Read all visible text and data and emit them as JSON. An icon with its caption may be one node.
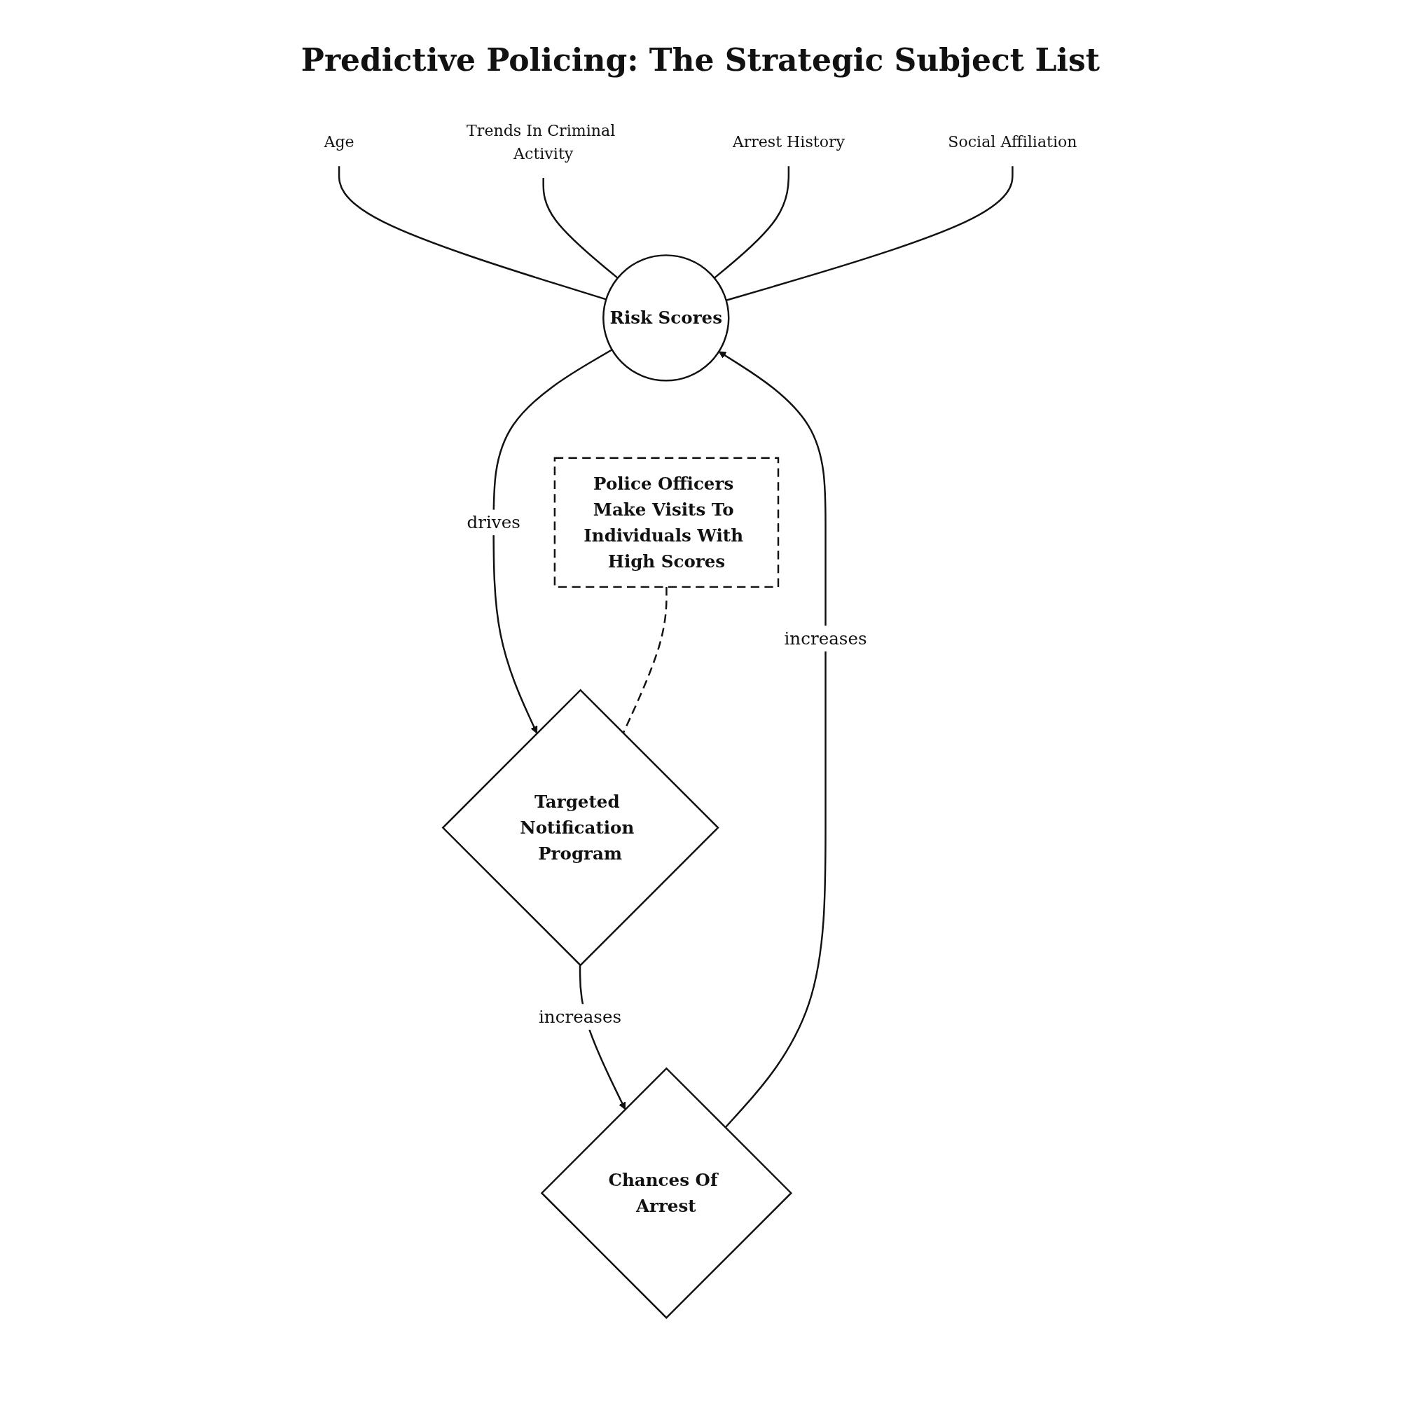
{
  "diagram": {
    "title": "Predictive Policing: The Strategic Subject List",
    "nodes": [
      {
        "text": [
          "Risk Scores"
        ]
      },
      {
        "text": [
          "Targeted Notification Program"
        ]
      },
      {
        "text": [
          "Chances Of Arrest"
        ]
      },
      {
        "text": [
          "Police Officers Make Visits To Individuals With High Scores"
        ]
      },
      {
        "text": [
          "Age"
        ]
      },
      {
        "text": [
          "Trends In Criminal Activity"
        ]
      },
      {
        "text": [
          "Arrest History"
        ]
      },
      {
        "text": [
          "Social Affiliation"
        ]
      }
    ],
    "edges": [
      {
        "from": 4,
        "to": 0,
        "arrow": "none"
      },
      {
        "from": 5,
        "to": 0,
        "arrow": "none"
      },
      {
        "from": 6,
        "to": 0,
        "arrow": "none"
      },
      {
        "from": 7,
        "to": 0,
        "arrow": "none"
      },
      {
        "from": 0,
        "to": 1,
        "arrow": "to",
        "label": "drives"
      },
      {
        "from": 1,
        "to": 2,
        "arrow": "to",
        "label": "increases"
      },
      {
        "from": 2,
        "to": 0,
        "arrow": "to",
        "label": "increases"
      },
      {
        "from": 3,
        "to": 1,
        "arrow": "none",
        "style": "dashed"
      }
    ]
  }
}
